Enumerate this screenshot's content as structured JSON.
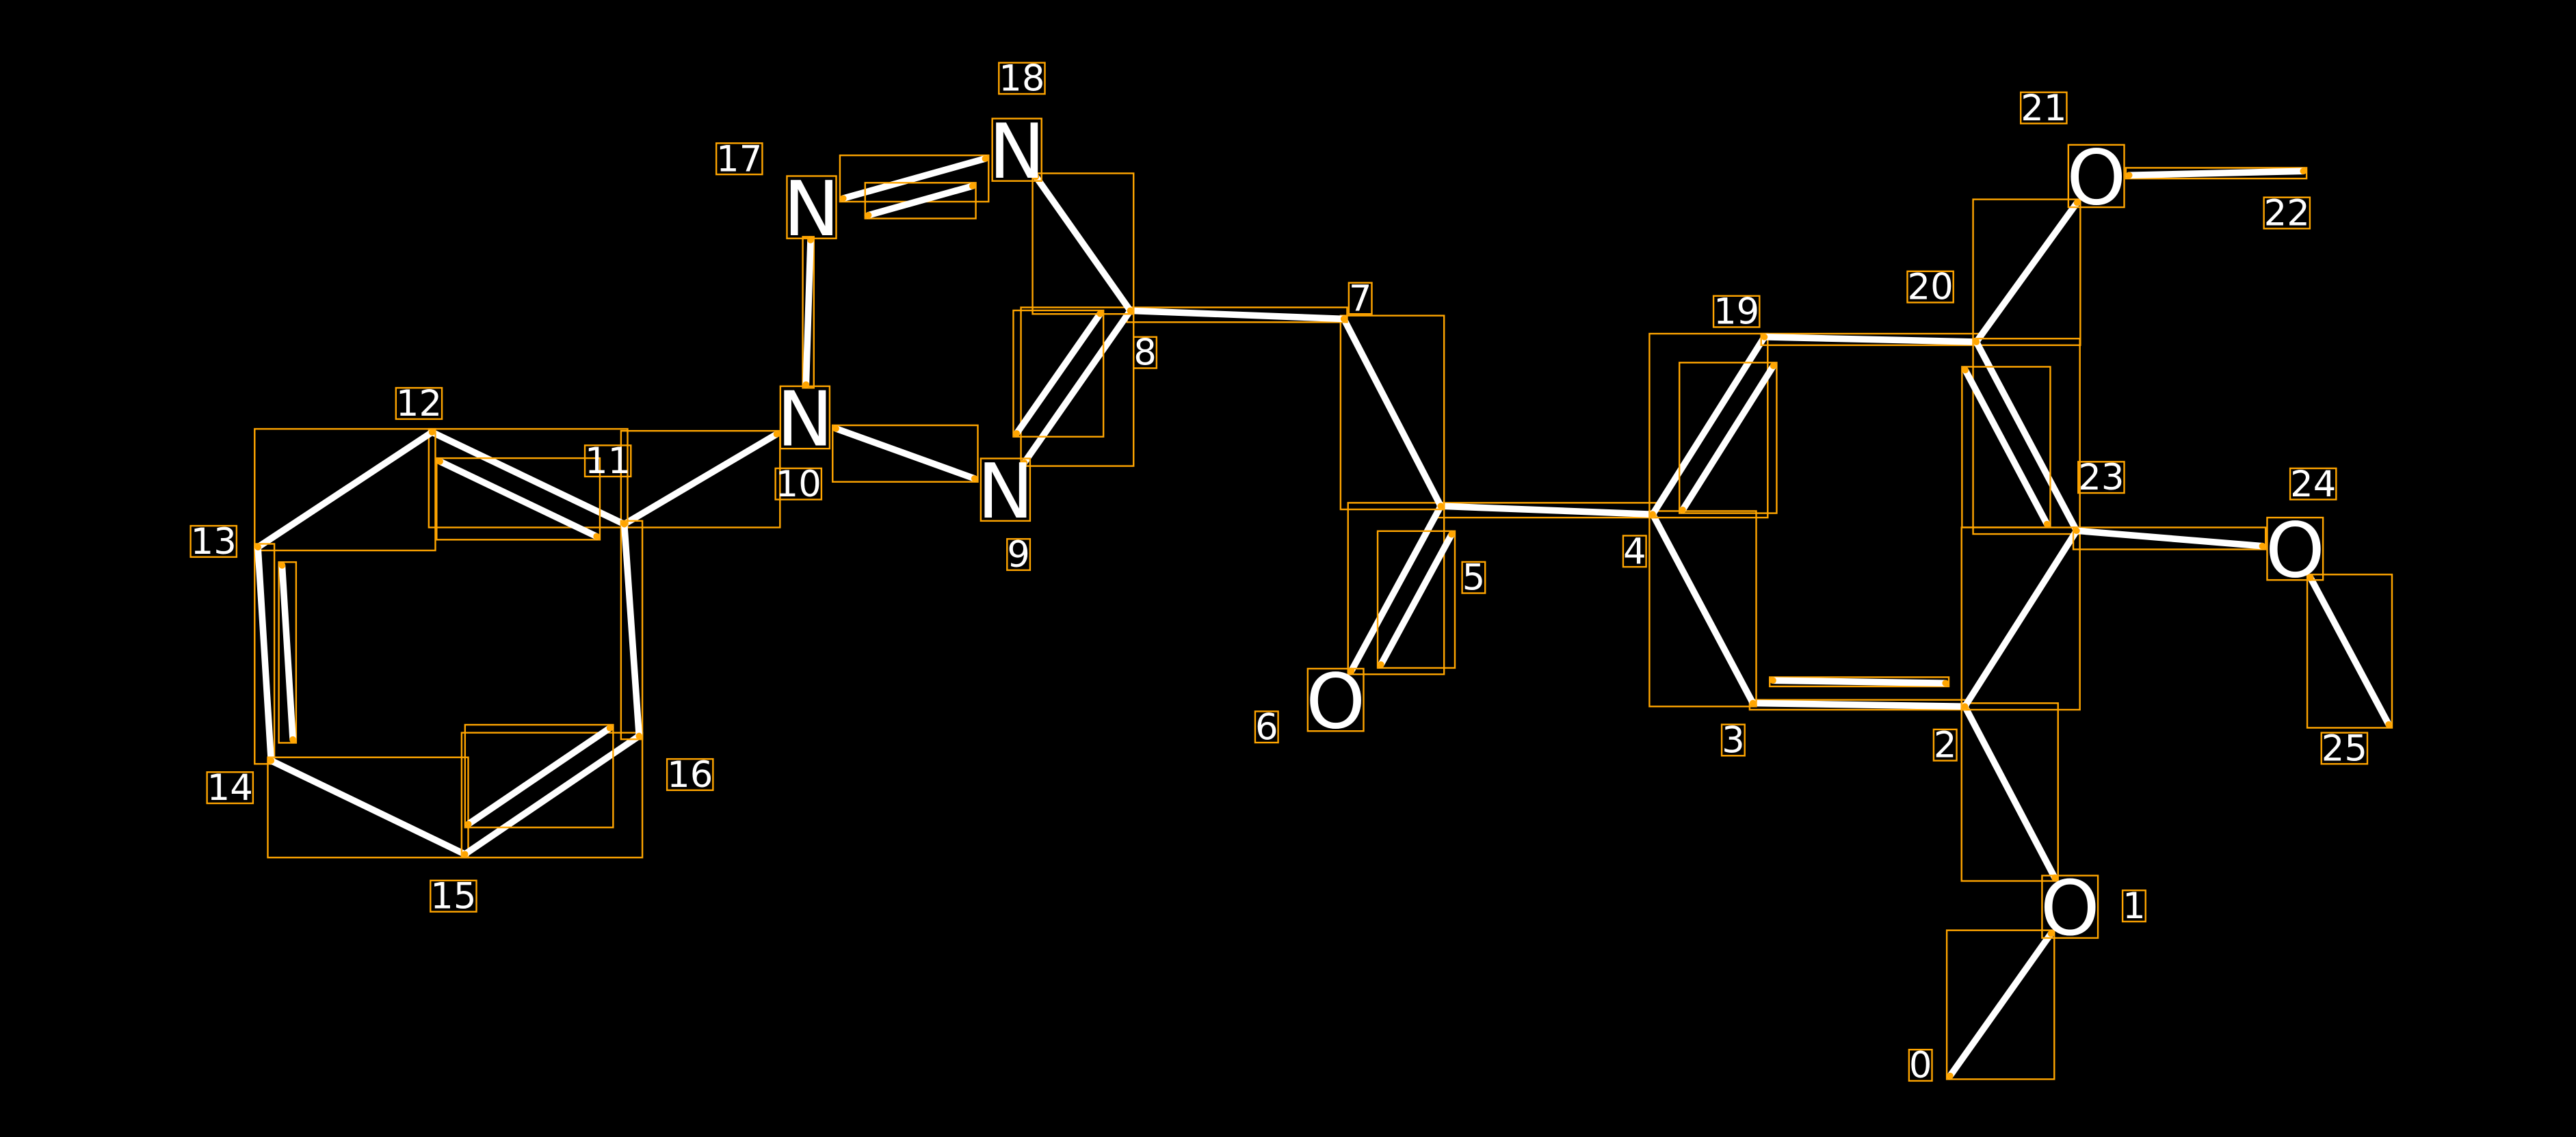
{
  "diagram": {
    "type": "molecule",
    "colors": {
      "background": "#000000",
      "bond": "#FFFFFF",
      "box": "#FFA500"
    },
    "atoms": [
      {
        "index": "0",
        "symbol": ""
      },
      {
        "index": "1",
        "symbol": "O"
      },
      {
        "index": "2",
        "symbol": ""
      },
      {
        "index": "3",
        "symbol": ""
      },
      {
        "index": "4",
        "symbol": ""
      },
      {
        "index": "5",
        "symbol": ""
      },
      {
        "index": "6",
        "symbol": "O"
      },
      {
        "index": "7",
        "symbol": ""
      },
      {
        "index": "8",
        "symbol": ""
      },
      {
        "index": "9",
        "symbol": "N"
      },
      {
        "index": "10",
        "symbol": "N"
      },
      {
        "index": "11",
        "symbol": ""
      },
      {
        "index": "12",
        "symbol": ""
      },
      {
        "index": "13",
        "symbol": ""
      },
      {
        "index": "14",
        "symbol": ""
      },
      {
        "index": "15",
        "symbol": ""
      },
      {
        "index": "16",
        "symbol": ""
      },
      {
        "index": "17",
        "symbol": "N"
      },
      {
        "index": "18",
        "symbol": "N"
      },
      {
        "index": "19",
        "symbol": ""
      },
      {
        "index": "20",
        "symbol": ""
      },
      {
        "index": "21",
        "symbol": "O"
      },
      {
        "index": "22",
        "symbol": ""
      },
      {
        "index": "23",
        "symbol": ""
      },
      {
        "index": "24",
        "symbol": "O"
      },
      {
        "index": "25",
        "symbol": ""
      }
    ],
    "bonds": [
      [
        0,
        1,
        1
      ],
      [
        1,
        2,
        1
      ],
      [
        2,
        3,
        2
      ],
      [
        3,
        4,
        1
      ],
      [
        4,
        5,
        1
      ],
      [
        4,
        19,
        2
      ],
      [
        19,
        20,
        1
      ],
      [
        20,
        21,
        1
      ],
      [
        21,
        22,
        1
      ],
      [
        20,
        23,
        2
      ],
      [
        23,
        2,
        1
      ],
      [
        23,
        24,
        1
      ],
      [
        24,
        25,
        1
      ],
      [
        5,
        6,
        2
      ],
      [
        5,
        7,
        1
      ],
      [
        7,
        8,
        1
      ],
      [
        8,
        9,
        2
      ],
      [
        9,
        10,
        1
      ],
      [
        10,
        17,
        1
      ],
      [
        17,
        18,
        2
      ],
      [
        18,
        8,
        1
      ],
      [
        10,
        11,
        1
      ],
      [
        11,
        12,
        2
      ],
      [
        12,
        13,
        1
      ],
      [
        13,
        14,
        2
      ],
      [
        14,
        15,
        1
      ],
      [
        15,
        16,
        2
      ],
      [
        16,
        11,
        1
      ]
    ]
  }
}
